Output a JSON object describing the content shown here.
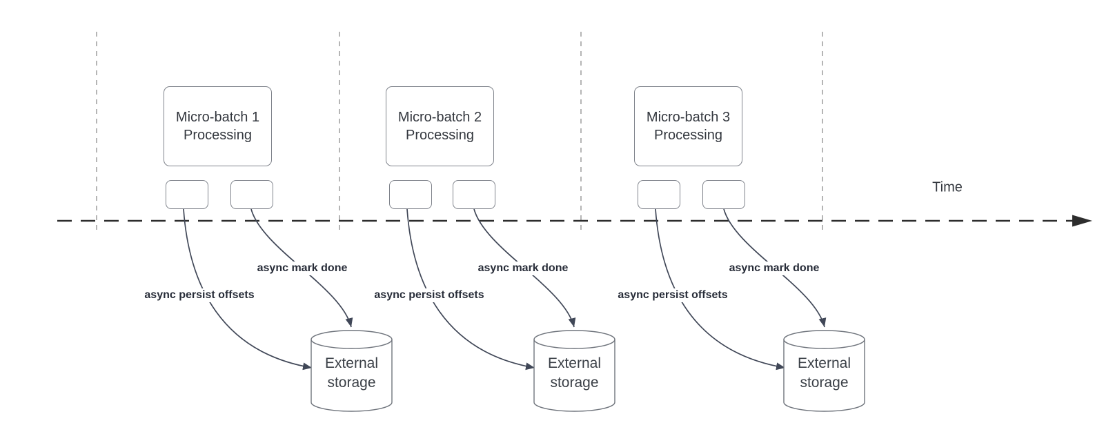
{
  "timeline": {
    "label": "Time"
  },
  "groups": [
    {
      "box": "Micro-batch 1\nProcessing",
      "persist": "async persist offsets",
      "done": "async mark done",
      "storage": "External\nstorage"
    },
    {
      "box": "Micro-batch 2\nProcessing",
      "persist": "async persist offsets",
      "done": "async mark done",
      "storage": "External\nstorage"
    },
    {
      "box": "Micro-batch 3\nProcessing",
      "persist": "async persist offsets",
      "done": "async mark done",
      "storage": "External\nstorage"
    }
  ],
  "colors": {
    "background": "#ffffff",
    "shape_border": "#7e828a",
    "shape_text": "#33373e",
    "arrow": "#404757",
    "label_text": "#272c38",
    "timeline": "#2d2d2d",
    "lane_divider": "#adadad"
  }
}
